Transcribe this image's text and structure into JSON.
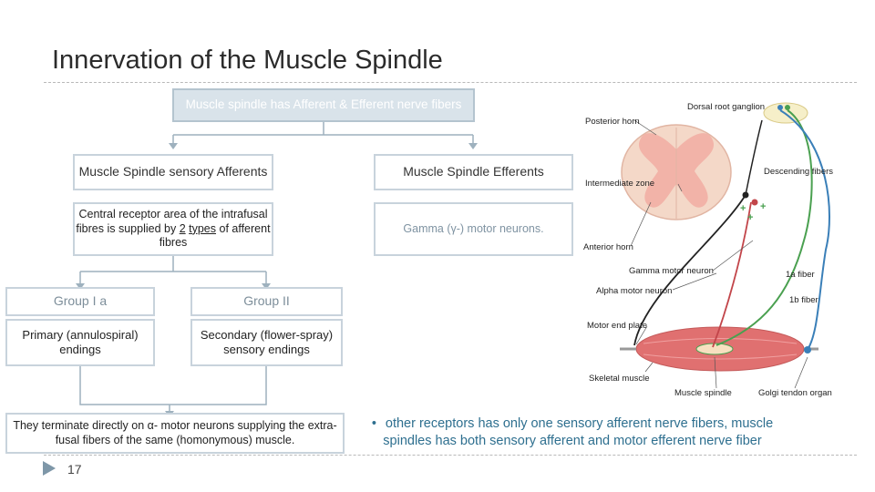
{
  "slide": {
    "title": "Innervation of the Muscle Spindle",
    "page_number": "17"
  },
  "diagram": {
    "root": "Muscle spindle has Afferent & Efferent nerve fibers",
    "afferents_title": "Muscle Spindle sensory Afferents",
    "efferents_title": "Muscle Spindle Efferents",
    "afferents_desc": {
      "pre": "Central receptor area of the intrafusal fibres is supplied by ",
      "u1": "2",
      "mid": " ",
      "u2": "types",
      "post": " of afferent fibres"
    },
    "efferents_desc": "Gamma (γ-) motor neurons.",
    "group1_title": "Group I a",
    "group2_title": "Group II",
    "group1_desc": "Primary (annulospiral) endings",
    "group2_desc": "Secondary (flower-spray) sensory endings",
    "terminate": "They terminate directly on α- motor neurons supplying the extra-fusal fibers of the same (homonymous) muscle."
  },
  "bullet": {
    "marker": "•",
    "text": "other receptors has only one sensory afferent nerve fibers, muscle spindles has both sensory afferent and motor efferent nerve fiber"
  },
  "figure": {
    "labels": {
      "dorsal_root_ganglion": "Dorsal root ganglion",
      "posterior_horn": "Posterior horn",
      "descending_fibers": "Descending fibers",
      "intermediate_zone": "Intermediate zone",
      "anterior_horn": "Anterior horn",
      "gamma_motor_neuron": "Gamma motor neuron",
      "fiber_1a": "1a fiber",
      "alpha_motor_neuron": "Alpha motor neuron",
      "fiber_1b": "1b fiber",
      "motor_end_plate": "Motor end plate",
      "skeletal_muscle": "Skeletal muscle",
      "muscle_spindle": "Muscle spindle",
      "golgi_tendon_organ": "Golgi tendon organ"
    },
    "colors": {
      "spinal_cord": "#f4d8c8",
      "gray_matter": "#f2b3a8",
      "muscle": "#e07070",
      "fiber_1a": "#4aa050",
      "fiber_1b": "#3a7fb8",
      "motor": "#222222",
      "gamma": "#c2454a"
    }
  },
  "colors": {
    "box_border": "#c8d3dc",
    "root_fill": "#d9e3ea",
    "connector": "#9eb1be",
    "bullet_text": "#2e6f8f"
  }
}
